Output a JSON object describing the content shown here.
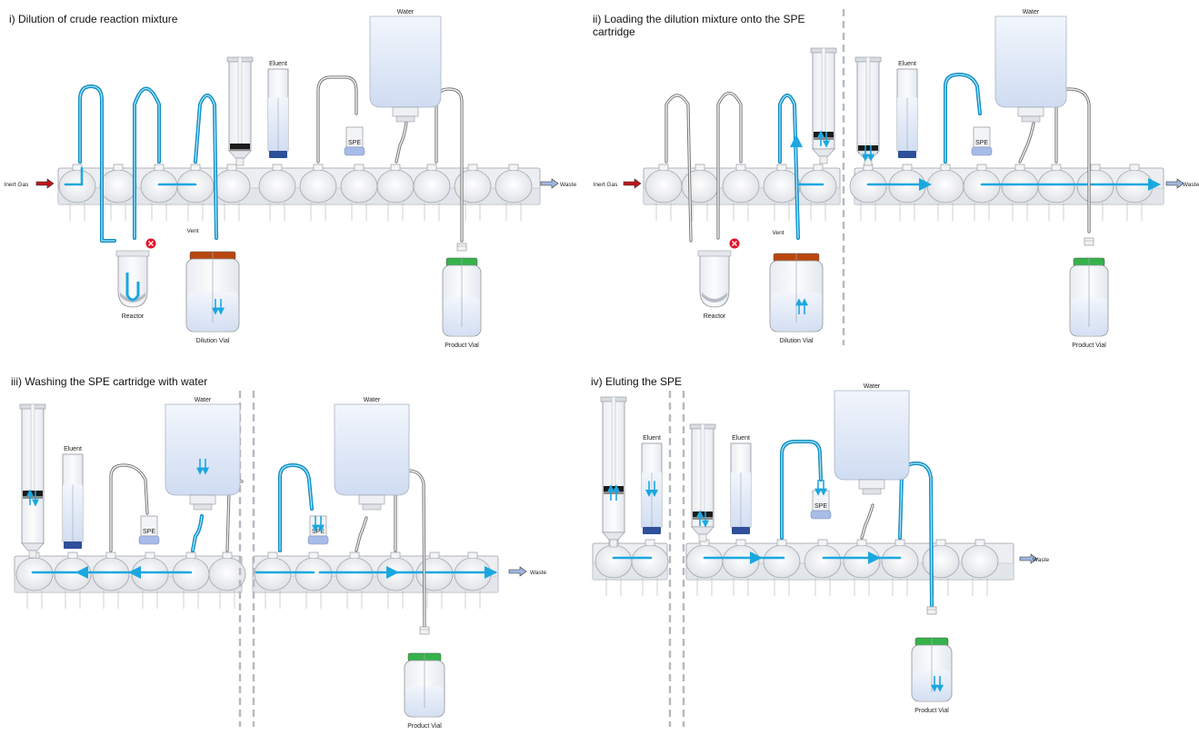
{
  "panels": [
    {
      "title": "i) Dilution of crude reaction mixture",
      "labels": {
        "inert_gas": "Inert Gas",
        "waste": "Waste",
        "water": "Water",
        "eluent": "Eluent",
        "spe": "SPE",
        "vent": "Vent",
        "reactor": "Reactor",
        "dilution_vial": "Dilution Vial",
        "product_vial": "Product Vial"
      }
    },
    {
      "title": "ii) Loading the dilution mixture onto the SPE cartridge",
      "labels": {
        "inert_gas": "Inert Gas",
        "waste": "Waste",
        "water": "Water",
        "eluent": "Eluent",
        "spe": "SPE",
        "vent": "Vent",
        "reactor": "Reactor",
        "dilution_vial": "Dilution Vial",
        "product_vial": "Product Vial"
      }
    },
    {
      "title": "iii) Washing the SPE cartridge with water",
      "labels": {
        "water_1": "Water",
        "water_2": "Water",
        "eluent": "Eluent",
        "spe_1": "SPE",
        "spe_2": "SPE",
        "waste": "Waste",
        "product_vial": "Product Vial"
      }
    },
    {
      "title": "iv) Eluting the SPE",
      "labels": {
        "water": "Water",
        "eluent_1": "Eluent",
        "eluent_2": "Eluent",
        "spe": "SPE",
        "waste": "Waste",
        "product_vial": "Product Vial"
      }
    }
  ],
  "colors": {
    "flow": "#1aa7e0",
    "tubing": "#7d7d7d",
    "inert_gas_arrow": "#c0141c",
    "waste_arrow": "#9fb6de",
    "dilution_cap": "#b9470f",
    "product_cap": "#35b34a",
    "syringe_tip": "#2e4f9a",
    "spe_ring": "#a8bce8",
    "closed_valve": "#e3132b",
    "liquid": "#dce7f7"
  }
}
